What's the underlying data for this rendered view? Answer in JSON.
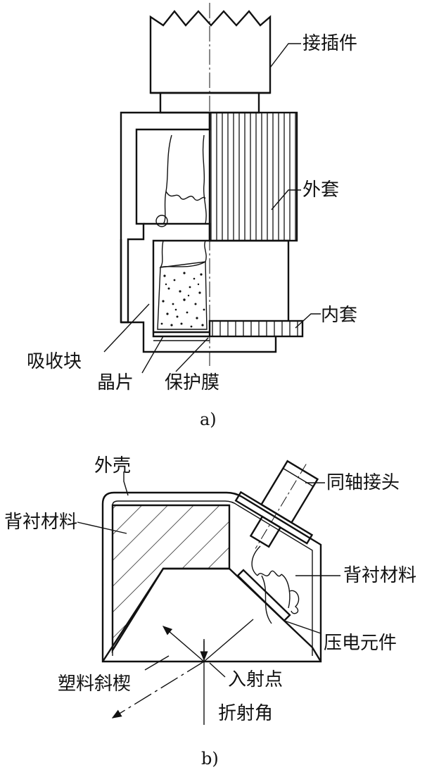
{
  "diagram_a": {
    "labels": {
      "connector": "接插件",
      "outer_sleeve": "外套",
      "inner_sleeve": "内套",
      "absorber": "吸收块",
      "crystal": "晶片",
      "protective_film": "保护膜"
    },
    "caption": "a)"
  },
  "diagram_b": {
    "labels": {
      "housing": "外壳",
      "coax_connector": "同轴接头",
      "backing_left": "背衬材料",
      "backing_right": "背衬材料",
      "piezo_element": "压电元件",
      "plastic_wedge": "塑料斜楔",
      "incidence_point": "入射点",
      "refraction_angle": "折射角"
    },
    "caption": "b)"
  }
}
